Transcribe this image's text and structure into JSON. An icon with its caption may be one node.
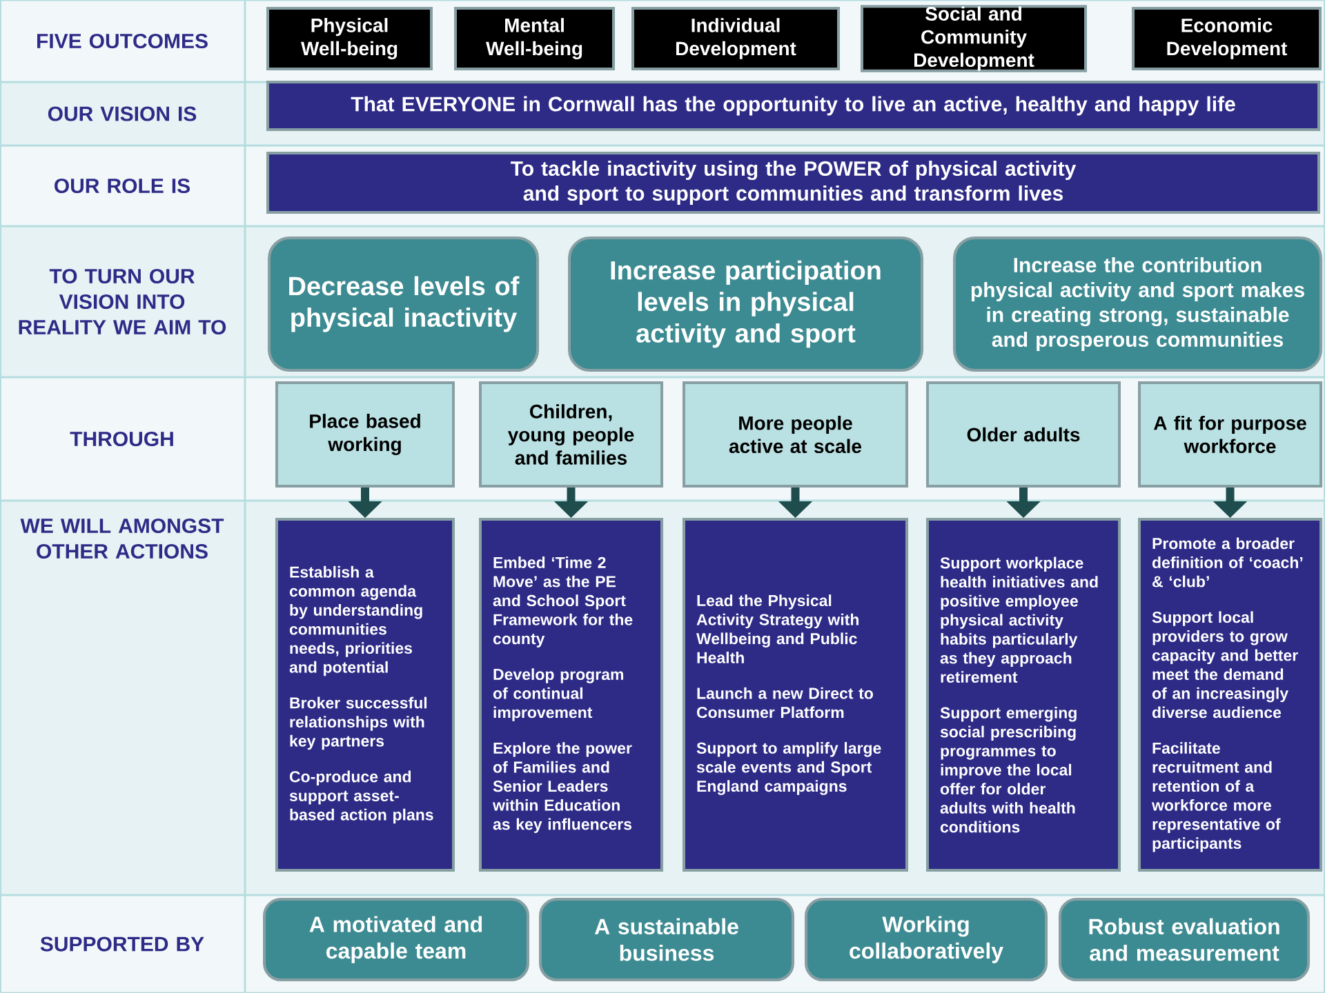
{
  "diagram": {
    "nodes": [
      {
        "text": [
          "Physical Well-being"
        ]
      },
      {
        "text": [
          "Mental Well-being"
        ]
      },
      {
        "text": [
          "Individual Development"
        ]
      },
      {
        "text": [
          "Social and Community Development"
        ]
      },
      {
        "text": [
          "Economic Development"
        ]
      },
      {
        "text": [
          "That EVERYONE in Cornwall has the opportunity to live an active, healthy and happy life"
        ]
      },
      {
        "text": [
          "To tackle inactivity using the POWER of physical activity and sport to support communities and transform lives"
        ]
      },
      {
        "text": [
          "Decrease levels of physical inactivity"
        ]
      },
      {
        "text": [
          "Increase participation levels in physical activity and sport"
        ]
      },
      {
        "text": [
          "Increase the contribution physical activity and sport makes in creating strong, sustainable and prosperous communities"
        ]
      },
      {
        "text": [
          "Place based working"
        ]
      },
      {
        "text": [
          "Children, young people and families"
        ]
      },
      {
        "text": [
          "More people active at scale"
        ]
      },
      {
        "text": [
          "Older adults"
        ]
      },
      {
        "text": [
          "A fit for purpose workforce"
        ]
      },
      {
        "text": [
          "Establish a common agenda by understanding communities needs, priorities and potential",
          "Broker successful relationships with key partners",
          "Co-produce and support asset-based action plans"
        ]
      },
      {
        "text": [
          "Embed ‘Time 2 Move’ as the PE and School Sport Framework for the county",
          "Develop  program of continual improvement",
          "Explore the power of Families and Senior Leaders within Education as key influencers"
        ]
      },
      {
        "text": [
          "Lead the Physical Activity Strategy with Wellbeing and Public Health",
          "Launch a  new Direct to Consumer Platform",
          "Support to amplify large scale events and Sport England campaigns"
        ]
      },
      {
        "text": [
          "Support workplace health initiatives and positive employee physical activity habits particularly as they approach retirement",
          "Support emerging social prescribing programmes to improve the local offer for older adults with health conditions"
        ]
      },
      {
        "text": [
          "Promote a broader definition of ‘coach’ & ‘club’",
          "Support local providers to grow capacity and better meet the demand of an increasingly diverse audience",
          "Facilitate recruitment and retention of a workforce more representative of participants"
        ]
      },
      {
        "text": [
          "A motivated and capable team"
        ]
      },
      {
        "text": [
          "A sustainable business"
        ]
      },
      {
        "text": [
          "Working collaboratively"
        ]
      },
      {
        "text": [
          "Robust evaluation and measurement"
        ]
      }
    ],
    "edges": [
      {
        "from": 10,
        "to": 15,
        "arrow": "to"
      },
      {
        "from": 11,
        "to": 16,
        "arrow": "to"
      },
      {
        "from": 12,
        "to": 17,
        "arrow": "to"
      },
      {
        "from": 13,
        "to": 18,
        "arrow": "to"
      },
      {
        "from": 14,
        "to": 19,
        "arrow": "to"
      }
    ],
    "labels": [
      "FIVE OUTCOMES",
      "OUR VISION IS",
      "OUR ROLE IS",
      "TO TURN OUR VISION INTO REALITY WE AIM TO",
      "THROUGH",
      "WE WILL AMONGST OTHER ACTIONS",
      "SUPPORTED BY"
    ]
  }
}
